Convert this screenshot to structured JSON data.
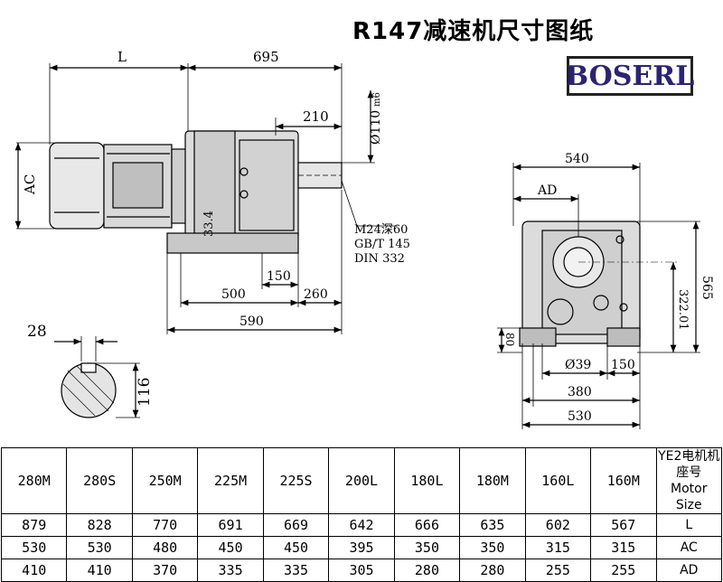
{
  "title": "R147减速机尺寸图纸",
  "brand": "BOSERL",
  "dimensions": {
    "L": "L",
    "d695": "695",
    "d210": "210",
    "d110": "Ø110",
    "tol110": "m6",
    "AC": "AC",
    "d33": "33.4",
    "thread": "M24深60",
    "gb": "GB/T 145",
    "din": "DIN 332",
    "d150_left": "150",
    "d500": "500",
    "d260": "260",
    "d590": "590",
    "d28": "28",
    "d116": "116",
    "d540": "540",
    "AD": "AD",
    "d565": "565",
    "d322": "322.01",
    "d80": "80",
    "d39": "Ø39",
    "d150_right": "150",
    "d380": "380",
    "d530": "530"
  },
  "table": {
    "header_cn": "YE2电机机座号",
    "header_en": "Motor Size",
    "columns": [
      "160M",
      "160L",
      "180M",
      "180L",
      "200L",
      "225S",
      "225M",
      "250M",
      "280S",
      "280M"
    ],
    "rows": [
      {
        "label": "L",
        "values": [
          "567",
          "602",
          "635",
          "666",
          "642",
          "669",
          "691",
          "770",
          "828",
          "879"
        ]
      },
      {
        "label": "AC",
        "values": [
          "315",
          "315",
          "350",
          "350",
          "395",
          "450",
          "450",
          "480",
          "530",
          "530"
        ]
      },
      {
        "label": "AD",
        "values": [
          "255",
          "255",
          "280",
          "280",
          "305",
          "335",
          "335",
          "370",
          "410",
          "410"
        ]
      }
    ]
  },
  "colors": {
    "brand_text": "#2b2470",
    "line": "#000000"
  }
}
